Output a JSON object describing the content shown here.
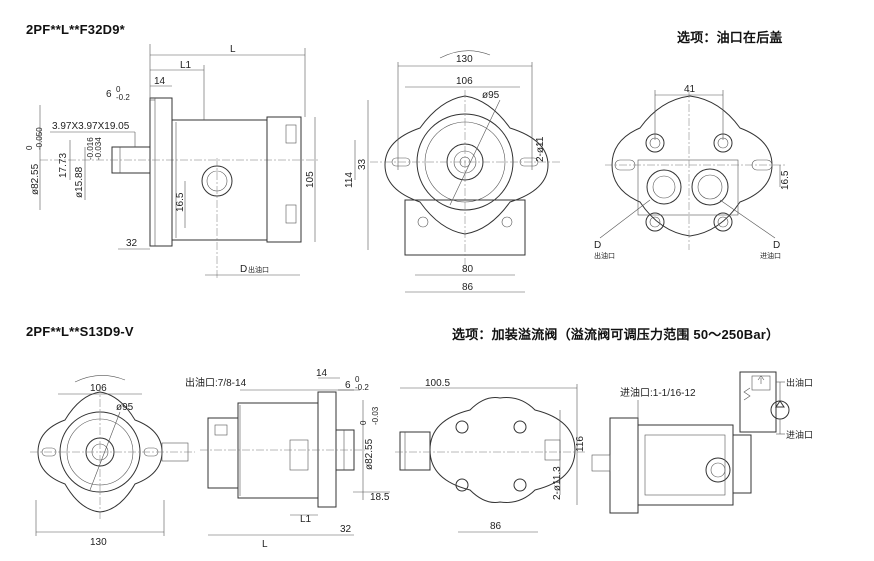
{
  "top": {
    "model": "2PF**L**F32D9*",
    "option": "选项：油口在后盖",
    "side_view": {
      "L": "L",
      "L1": "L1",
      "d14": "14",
      "d6": "6",
      "tol6_top": "0",
      "tol6_bot": "-0.2",
      "spline": "3.97X3.97X19.05",
      "d82": "ø82.55",
      "tol82_top": "0",
      "tol82_bot": "-0.050",
      "d17": "17.73",
      "d15": "ø15.88",
      "tol15_top": "-0.016",
      "tol15_bot": "-0.034",
      "d16": "16.5",
      "d105": "105",
      "d32": "32",
      "port_d": "D",
      "port_label": "出油口"
    },
    "front_view": {
      "d130": "130",
      "d106": "106",
      "d95": "ø95",
      "d2_11": "2-ø11",
      "d33": "33",
      "d114": "114",
      "d80": "80",
      "d86": "86"
    },
    "rear_view": {
      "d41": "41",
      "d16_5": "16.5",
      "D_left": "D",
      "label_out": "出油口",
      "D_right": "D",
      "label_in": "进油口"
    }
  },
  "bottom": {
    "model": "2PF**L**S13D9-V",
    "option": "选项：加装溢流阀（溢流阀可调压力范围 50～250Bar）",
    "front_view": {
      "d106": "106",
      "d95": "ø95",
      "d130": "130"
    },
    "side_view": {
      "outlet_label": "出油口:7/8-14",
      "d14": "14",
      "d6": "6",
      "tol6_top": "0",
      "tol6_bot": "-0.2",
      "d82": "ø82.55",
      "tol82_top": "0",
      "tol82_bot": "-0.03",
      "d18_5": "18.5",
      "L1": "L1",
      "L": "L",
      "d32": "32"
    },
    "top_view": {
      "d100_5": "100.5",
      "d116": "116",
      "d2_11_3": "2-ø11.3",
      "d86": "86"
    },
    "rear_view": {
      "inlet_label": "进油口:1-1/16-12"
    },
    "schematic": {
      "out": "出油口",
      "in": "进油口"
    }
  }
}
